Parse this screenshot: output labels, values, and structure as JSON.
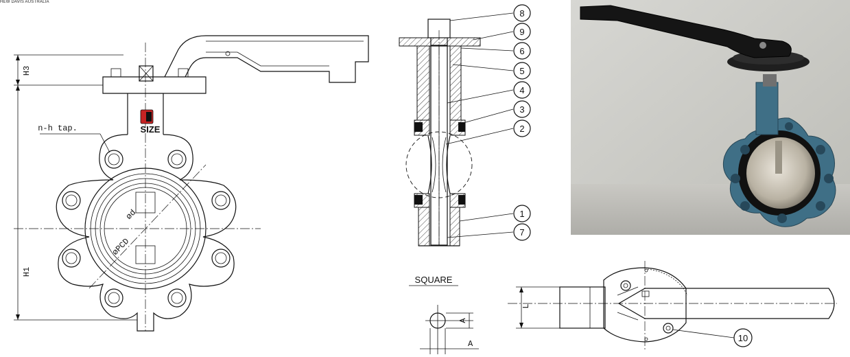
{
  "caption": "HEW DAVIS AUSTRALIA",
  "front_view": {
    "dim_h3": "H3",
    "dim_h1": "H1",
    "tap_label": "n-h tap.",
    "size_label": "SIZE",
    "dim_d": "ød",
    "dim_pcd": "øPCD"
  },
  "section_view": {
    "callouts": [
      "8",
      "9",
      "6",
      "5",
      "4",
      "3",
      "2",
      "1",
      "7"
    ]
  },
  "square_detail": {
    "title": "SQUARE",
    "dim_a_h": "A",
    "dim_a_v": "A"
  },
  "top_view": {
    "dim_l": "L",
    "callout": "10"
  },
  "colors": {
    "line": "#111111",
    "body_blue": "#3f6f86",
    "handle": "#151515",
    "disc": "#b8b0a0"
  }
}
